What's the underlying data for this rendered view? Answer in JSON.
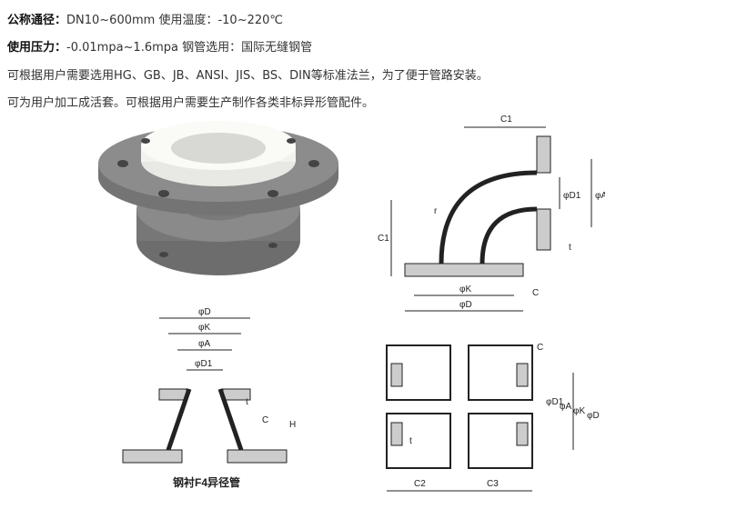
{
  "specs": {
    "diameter_label": "公称通径：",
    "diameter_value": "DN10~600mm 使用温度：-10~220℃",
    "pressure_label": "使用压力：",
    "pressure_value": "-0.01mpa~1.6mpa 钢管选用：国际无缝钢管",
    "flange_note": "可根据用户需要选用HG、GB、JB、ANSI、JIS、BS、DIN等标准法兰，为了便于管路安装。",
    "custom_note": "可为用户加工成活套。可根据用户需要生产制作各类非标异形管配件。"
  },
  "figures": {
    "elbow_labels": [
      "C1",
      "φD1",
      "φA",
      "C1",
      "r",
      "t",
      "φK",
      "φD",
      "C"
    ],
    "reducer_labels": [
      "φD",
      "φK",
      "φA",
      "φD1",
      "t",
      "C",
      "H"
    ],
    "reducer_caption": "钢衬F4异径管",
    "cross_labels": [
      "C",
      "φD1",
      "φA",
      "φK",
      "φD",
      "t",
      "C2",
      "C3"
    ]
  }
}
